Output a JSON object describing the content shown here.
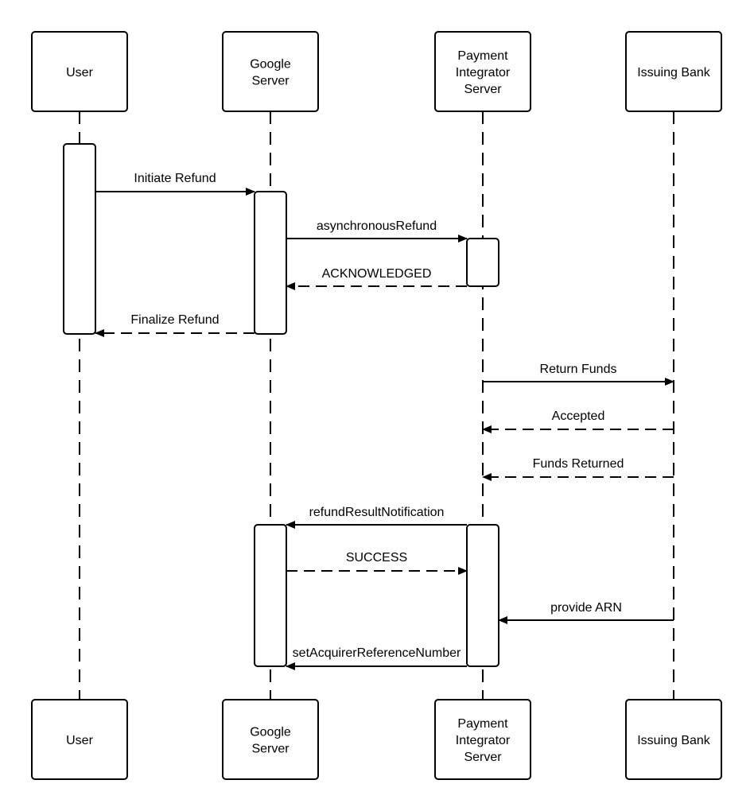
{
  "participants": [
    {
      "id": "user",
      "lines": [
        "User"
      ]
    },
    {
      "id": "google",
      "lines": [
        "Google",
        "Server"
      ]
    },
    {
      "id": "integrator",
      "lines": [
        "Payment",
        "Integrator",
        "Server"
      ]
    },
    {
      "id": "bank",
      "lines": [
        "Issuing Bank"
      ]
    }
  ],
  "messages": [
    {
      "label": "Initiate Refund",
      "from": "user",
      "to": "google",
      "style": "solid"
    },
    {
      "label": "asynchronousRefund",
      "from": "google",
      "to": "integrator",
      "style": "solid"
    },
    {
      "label": "ACKNOWLEDGED",
      "from": "integrator",
      "to": "google",
      "style": "dashed"
    },
    {
      "label": "Finalize Refund",
      "from": "google",
      "to": "user",
      "style": "dashed"
    },
    {
      "label": "Return Funds",
      "from": "integrator",
      "to": "bank",
      "style": "solid"
    },
    {
      "label": "Accepted",
      "from": "bank",
      "to": "integrator",
      "style": "dashed"
    },
    {
      "label": "Funds Returned",
      "from": "bank",
      "to": "integrator",
      "style": "dashed"
    },
    {
      "label": "refundResultNotification",
      "from": "integrator",
      "to": "google",
      "style": "solid"
    },
    {
      "label": "SUCCESS",
      "from": "google",
      "to": "integrator",
      "style": "dashed"
    },
    {
      "label": "provide ARN",
      "from": "bank",
      "to": "integrator",
      "style": "solid"
    },
    {
      "label": "setAcquirerReferenceNumber",
      "from": "integrator",
      "to": "google",
      "style": "solid"
    }
  ]
}
